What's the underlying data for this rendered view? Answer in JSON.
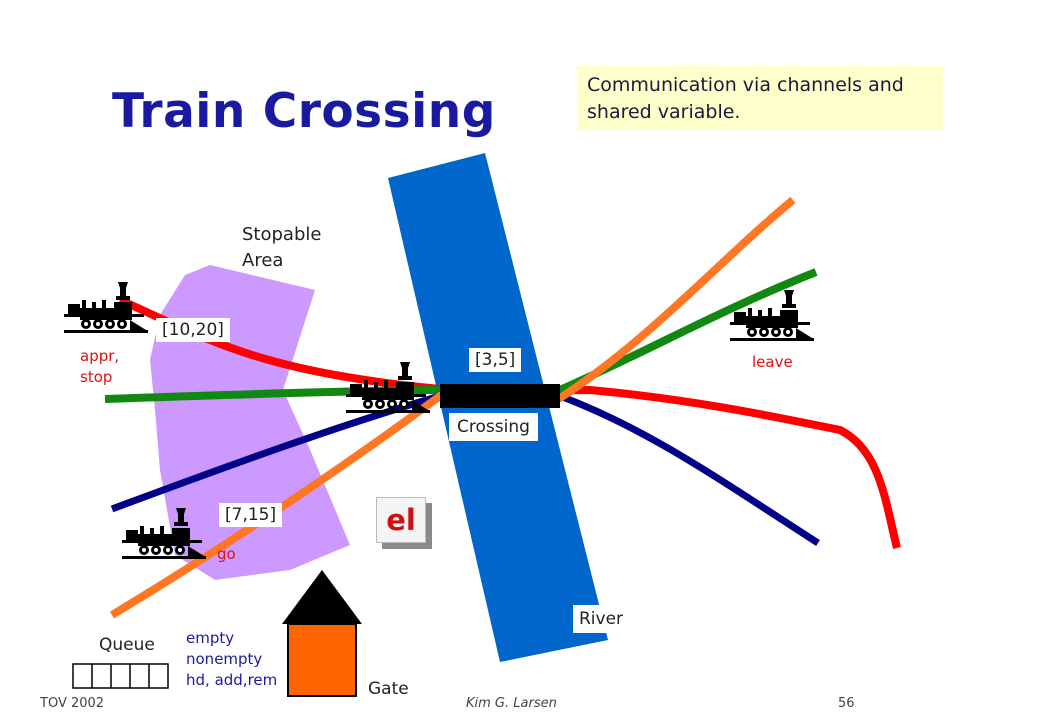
{
  "slide": {
    "title": "Train Crossing",
    "note_line1": "Communication via channels and",
    "note_line2": "shared variable."
  },
  "labels": {
    "stopable_line1": "Stopable",
    "stopable_line2": "Area",
    "interval_approach": "[10,20]",
    "interval_cross": "[3,5]",
    "interval_go": "[7,15]",
    "crossing": "Crossing",
    "river": "River",
    "appr": "appr,",
    "stop": "stop",
    "leave": "leave",
    "go": "go",
    "queue": "Queue",
    "gate": "Gate",
    "empty": "empty",
    "nonempty": "nonempty",
    "ops": "hd, add,rem",
    "el": "el"
  },
  "footer": {
    "left": "TOV 2002",
    "center": "Kim G. Larsen",
    "right": "56"
  },
  "colors": {
    "title": "#1a1aa0",
    "red_track": "#ff0000",
    "green_track": "#118811",
    "navy_track": "#000088",
    "orange_track": "#ff7722",
    "river": "#0066cc",
    "stopable_area": "#cc99ff",
    "gate_body": "#ff6600",
    "note_bg": "#ffffcc"
  },
  "icons": [
    "train-icon",
    "gate-roof",
    "queue-cells"
  ]
}
